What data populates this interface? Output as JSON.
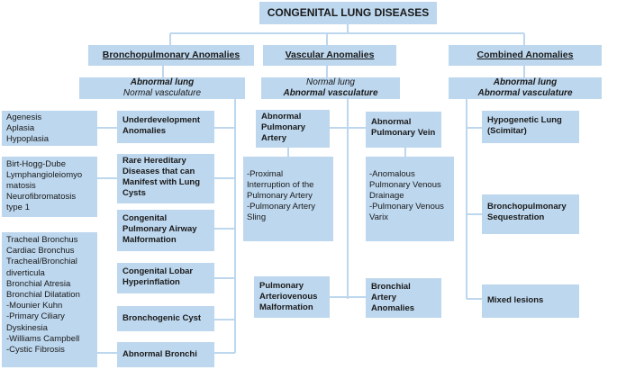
{
  "title": "CONGENITAL LUNG DISEASES",
  "categories": {
    "bronchopulmonary": "Bronchopulmonary Anomalies",
    "vascular": "Vascular Anomalies",
    "combined": "Combined Anomalies"
  },
  "subheaders": {
    "bronchopulmonary": {
      "line1": "Abnormal lung",
      "line2": "Normal vasculature"
    },
    "vascular": {
      "line1": "Normal lung",
      "line2": "Abnormal vasculature"
    },
    "combined": {
      "line1": "Abnormal lung",
      "line2": "Abnormal vasculature"
    }
  },
  "broncho_items": {
    "underdevelopment": "Underdevelopment Anomalies",
    "rare_hereditary": "Rare Hereditary Diseases that can Manifest with Lung Cysts",
    "cpam": "Congenital Pulmonary Airway Malformation",
    "clh": "Congenital Lobar Hyperinflation",
    "bronchogenic_cyst": "Bronchogenic Cyst",
    "abnormal_bronchi": "Abnormal Bronchi"
  },
  "broncho_details": {
    "underdevelopment": [
      "Agenesis",
      "Aplasia",
      "Hypoplasia"
    ],
    "rare_hereditary": [
      "Birt-Hogg-Dube",
      "Lymphangioleiomyo",
      "matosis",
      "Neurofibromatosis",
      "type 1"
    ],
    "abnormal_bronchi": [
      "Tracheal Bronchus",
      "Cardiac Bronchus",
      "Tracheal/Bronchial",
      "diverticula",
      "Bronchial Atresia",
      "Bronchial Dilatation",
      "-Mounier Kuhn",
      "-Primary Ciliary",
      "Dyskinesia",
      "-Williams Campbell",
      "-Cystic Fibrosis"
    ]
  },
  "vascular_items": {
    "pulmonary_artery": "Abnormal Pulmonary Artery",
    "pulmonary_vein": "Abnormal Pulmonary Vein",
    "pavm": "Pulmonary Arteriovenous Malformation",
    "bronchial_artery": "Bronchial Artery Anomalies"
  },
  "vascular_details": {
    "pulmonary_artery": [
      "-Proximal",
      "Interruption of the",
      "Pulmonary Artery",
      "-Pulmonary Artery",
      "Sling"
    ],
    "pulmonary_vein": [
      "-Anomalous",
      "Pulmonary Venous",
      "Drainage",
      "-Pulmonary Venous",
      "Varix"
    ]
  },
  "combined_items": {
    "hypogenetic": "Hypogenetic Lung (Scimitar)",
    "sequestration": "Bronchopulmonary Sequestration",
    "mixed": "Mixed lesions"
  },
  "colors": {
    "box_fill": "#bdd7ee",
    "connector": "#bdd7ee",
    "text": "#1a1a1a"
  }
}
